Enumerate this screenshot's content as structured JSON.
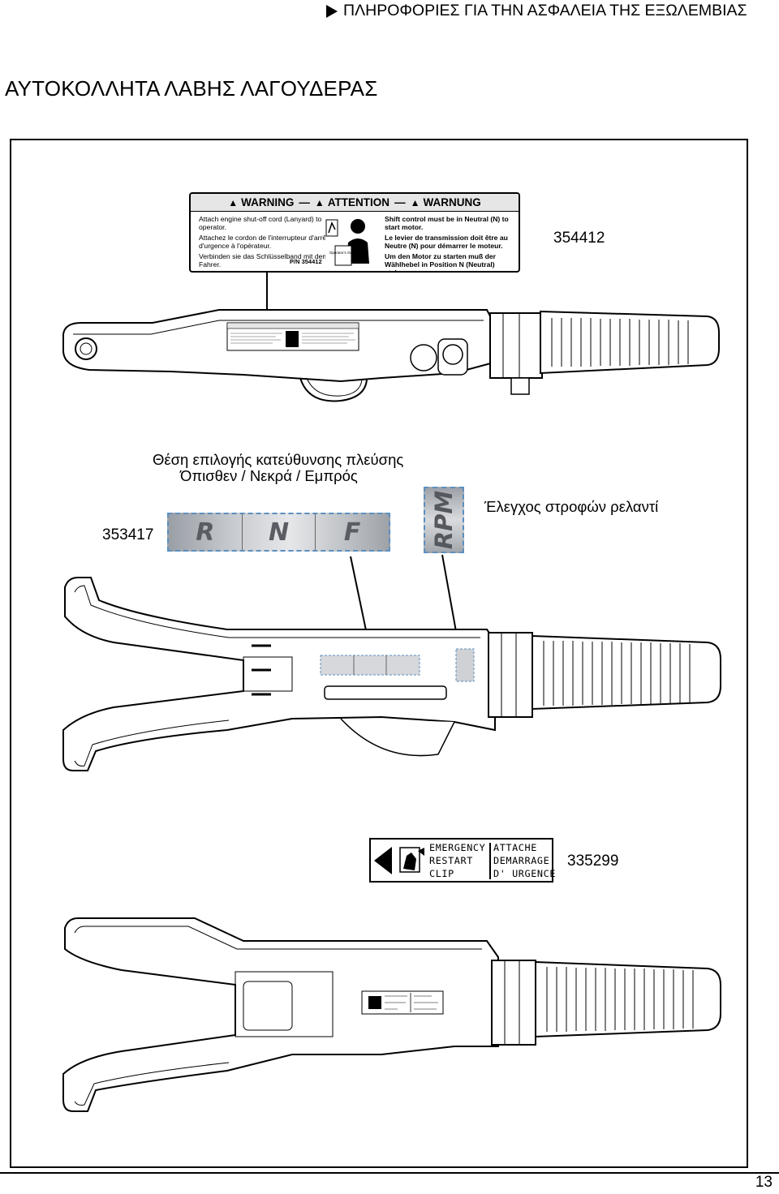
{
  "header": {
    "section_title": "ΠΛΗΡΟΦΟΡΙΕΣ ΓΙΑ ΤΗΝ ΑΣΦΑΛΕΙΑ ΤΗΣ ΕΞΩΛΕΜΒΙΑΣ"
  },
  "page_title": "ΑΥΤΟΚΟΛΛΗΤΑ ΛΑΒΗΣ ΛΑΓΟΥΔΕΡΑΣ",
  "warning_sticker": {
    "header": [
      "WARNING",
      "ATTENTION",
      "WARNUNG"
    ],
    "left_lines": [
      "Attach engine shut-off cord (Lanyard) to operator.",
      "Attachez le cordon de l'interrupteur d'arrêt d'urgence à l'opérateur.",
      "Verbinden sie das Schlüsselband mit dem Fahrer."
    ],
    "part_number": "P/N 354412",
    "manual_label": "Operator's Guide",
    "right_lines": [
      "Shift control must be in Neutral (N) to start motor.",
      "Le levier de transmission doit être au Neutre (N) pour démarrer le moteur.",
      "Um den Motor zu starten muß der Wählhebel in Position N (Neutral) stehen."
    ],
    "code": "354412"
  },
  "shift_section": {
    "caption_line1": "Θέση επιλογής κατεύθυνσης πλεύσης",
    "caption_line2": "Όπισθεν / Νεκρά / Εμπρός",
    "code": "353417",
    "positions": [
      "R",
      "N",
      "F"
    ],
    "rpm_label": "RPM",
    "rpm_caption": "Έλεγχος στροφών ρελαντί"
  },
  "emergency_sticker": {
    "lines_en": [
      "EMERGENCY",
      "RESTART",
      "CLIP"
    ],
    "lines_fr": [
      "ATTACHE",
      "DEMARRAGE",
      "D' URGENCE"
    ],
    "code": "335299"
  },
  "footer": {
    "page_number": "13"
  }
}
